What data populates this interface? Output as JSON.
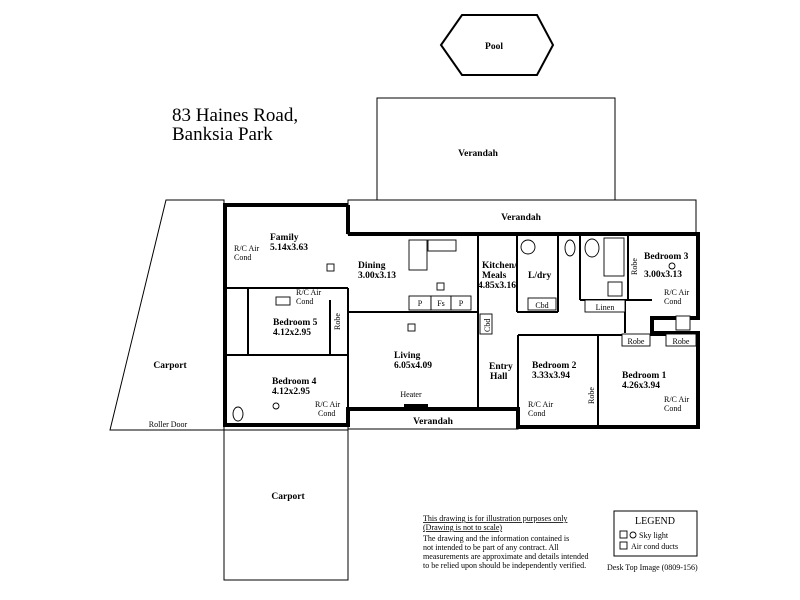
{
  "address": {
    "line1": "83 Haines Road,",
    "line2": "Banksia Park"
  },
  "rooms": {
    "pool": "Pool",
    "verandah_rear": "Verandah",
    "verandah_side": "Verandah",
    "verandah_front": "Verandah",
    "family": {
      "name": "Family",
      "size": "5.14x3.63"
    },
    "dining": {
      "name": "Dining",
      "size": "3.00x3.13"
    },
    "kitchen": {
      "name1": "Kitchen/",
      "name2": "Meals",
      "size": "4.85x3.16"
    },
    "laundry": "L/dry",
    "bedroom3": {
      "name": "Bedroom 3",
      "size": "3.00x3.13"
    },
    "bedroom5": {
      "name": "Bedroom 5",
      "size": "4.12x2.95"
    },
    "bedroom4": {
      "name": "Bedroom 4",
      "size": "4.12x2.95"
    },
    "living": {
      "name": "Living",
      "size": "6.05x4.09"
    },
    "entry": {
      "name1": "Entry",
      "name2": "Hall"
    },
    "bedroom2": {
      "name": "Bedroom 2",
      "size": "3.33x3.94"
    },
    "bedroom1": {
      "name": "Bedroom 1",
      "size": "4.26x3.94"
    },
    "carport_side": "Carport",
    "carport_front": "Carport"
  },
  "fixtures": {
    "rc_air": "R/C Air",
    "cond": "Cond",
    "robe": "Robe",
    "cbd": "Cbd",
    "linen": "Linen",
    "heater": "Heater",
    "roller_door": "Roller Door",
    "pantry": "P",
    "fridge_space": "Fs"
  },
  "disclaimer": {
    "line1": "This drawing is for illustration purposes only",
    "line2": "(Drawing is not to scale)",
    "line3": "The drawing and the information contained is",
    "line4": "not intended to be part of any contract.  All",
    "line5": "measurements are approximate and details intended",
    "line6": "to be relied upon should be independently verified."
  },
  "legend": {
    "title": "LEGEND",
    "sky_light": "Sky light",
    "air_cond": "Air cond ducts"
  },
  "credit": "Desk Top Image   (0809-156)"
}
